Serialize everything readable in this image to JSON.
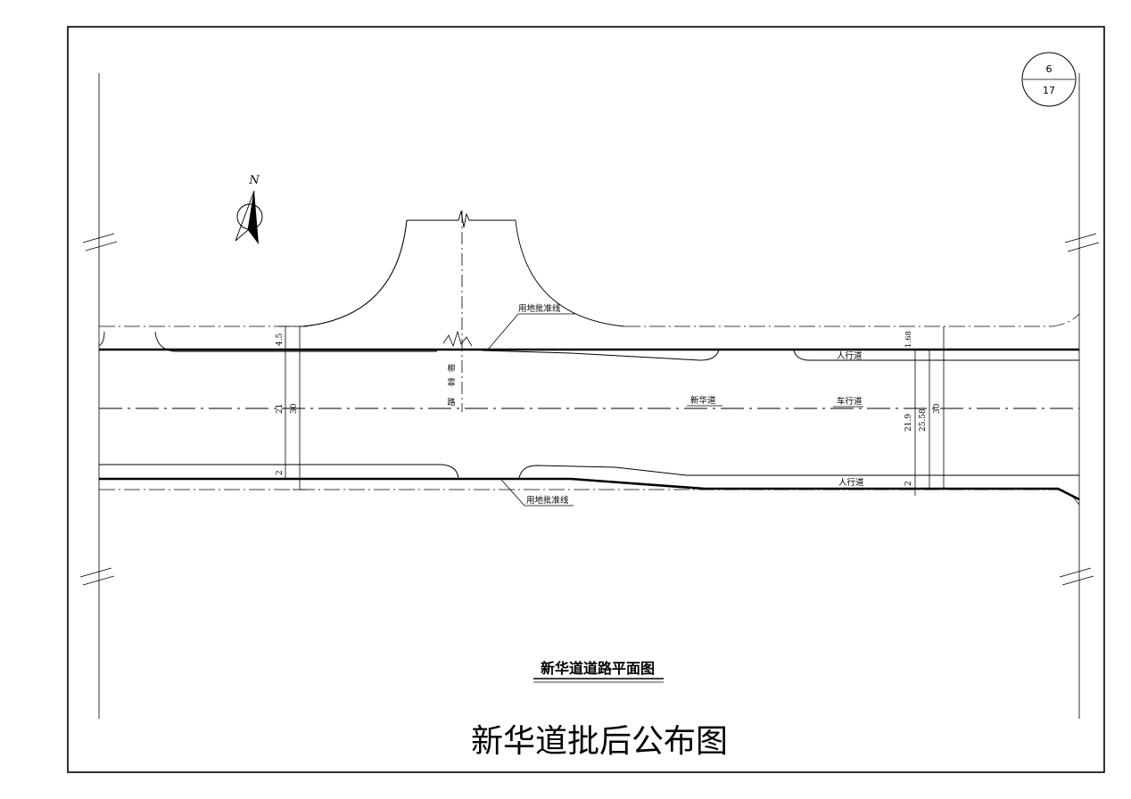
{
  "sheet": {
    "number": "6",
    "total": "17"
  },
  "north_arrow": {
    "label": "N"
  },
  "labels": {
    "land_line_top": "用地批准线",
    "land_line_bottom": "用地批准线",
    "cross_road": [
      "柳",
      "霏",
      "路"
    ],
    "road_name": "新华道",
    "carriageway": "车行道",
    "sidewalk_top": "人行道",
    "sidewalk_bottom": "人行道"
  },
  "dimensions": {
    "left_top": "4.5",
    "left_inner": "21",
    "left_total": "30",
    "left_bottom": "2",
    "right_top": "1.68",
    "right_inner": "21.9",
    "right_mid": "25.58",
    "right_total": "30",
    "right_bottom": "2"
  },
  "titles": {
    "plan_title": "新华道道路平面图",
    "stamp": "新华道批后公布图"
  }
}
